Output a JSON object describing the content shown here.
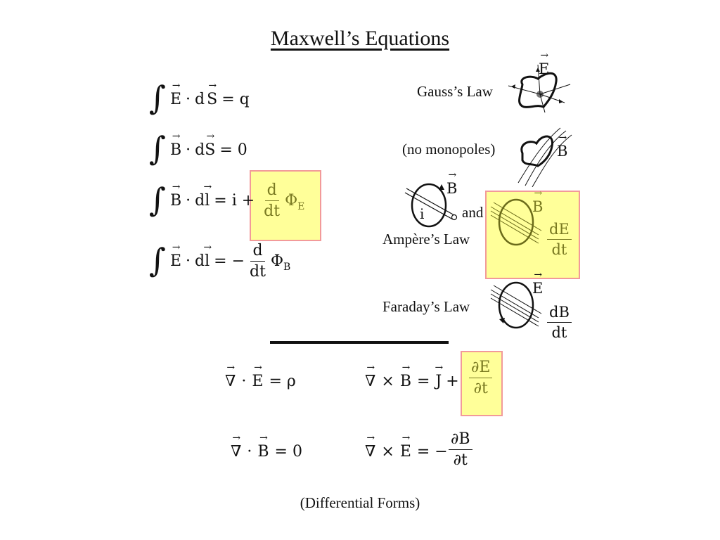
{
  "title": "Maxwell’s Equations",
  "integral_forms": {
    "gauss": {
      "lhs_vec1": "E",
      "dot": "·",
      "d": "d",
      "lhs_vec2": "S",
      "rhs": "= q"
    },
    "monopoles": {
      "lhs_vec1": "B",
      "dot": "·",
      "d": "d",
      "lhs_vec2": "S",
      "rhs": "= 0"
    },
    "ampere": {
      "lhs_vec1": "B",
      "dot": "·",
      "d": "d",
      "lhs_vec2": "l",
      "rhs": "= i +",
      "frac_num": "d",
      "frac_den": "dt",
      "flux": "Φ",
      "flux_sub": "E"
    },
    "faraday": {
      "lhs_vec1": "E",
      "dot": "·",
      "d": "d",
      "lhs_vec2": "l",
      "rhs": "= −",
      "frac_num": "d",
      "frac_den": "dt",
      "flux": "Φ",
      "flux_sub": "B"
    }
  },
  "labels": {
    "gauss": "Gauss’s Law",
    "monopoles": "(no monopoles)",
    "ampere": "Ampère’s Law",
    "and": "and",
    "faraday": "Faraday’s Law",
    "differential": "(Differential Forms)"
  },
  "diagram_text": {
    "E": "E",
    "B": "B",
    "i": "i",
    "dE_num": "dE",
    "dE_den": "dt",
    "dB_num": "dB",
    "dB_den": "dt"
  },
  "differential_forms": {
    "div_E": {
      "nabla": "∇",
      "op": "·",
      "field": "E",
      "rhs": "= ρ"
    },
    "div_B": {
      "nabla": "∇",
      "op": "·",
      "field": "B",
      "rhs": "= 0"
    },
    "curl_B": {
      "nabla": "∇",
      "op": "×",
      "field": "B",
      "rhs": "=",
      "J": "J",
      "plus": "+",
      "frac_num": "∂E",
      "frac_den": "∂t"
    },
    "curl_E": {
      "nabla": "∇",
      "op": "×",
      "field": "E",
      "rhs": "= −",
      "frac_num": "∂B",
      "frac_den": "∂t"
    }
  },
  "colors": {
    "highlight_fill": "#ffff99",
    "highlight_border": "#f29a9a",
    "highlight_text": "#7a7a22"
  }
}
